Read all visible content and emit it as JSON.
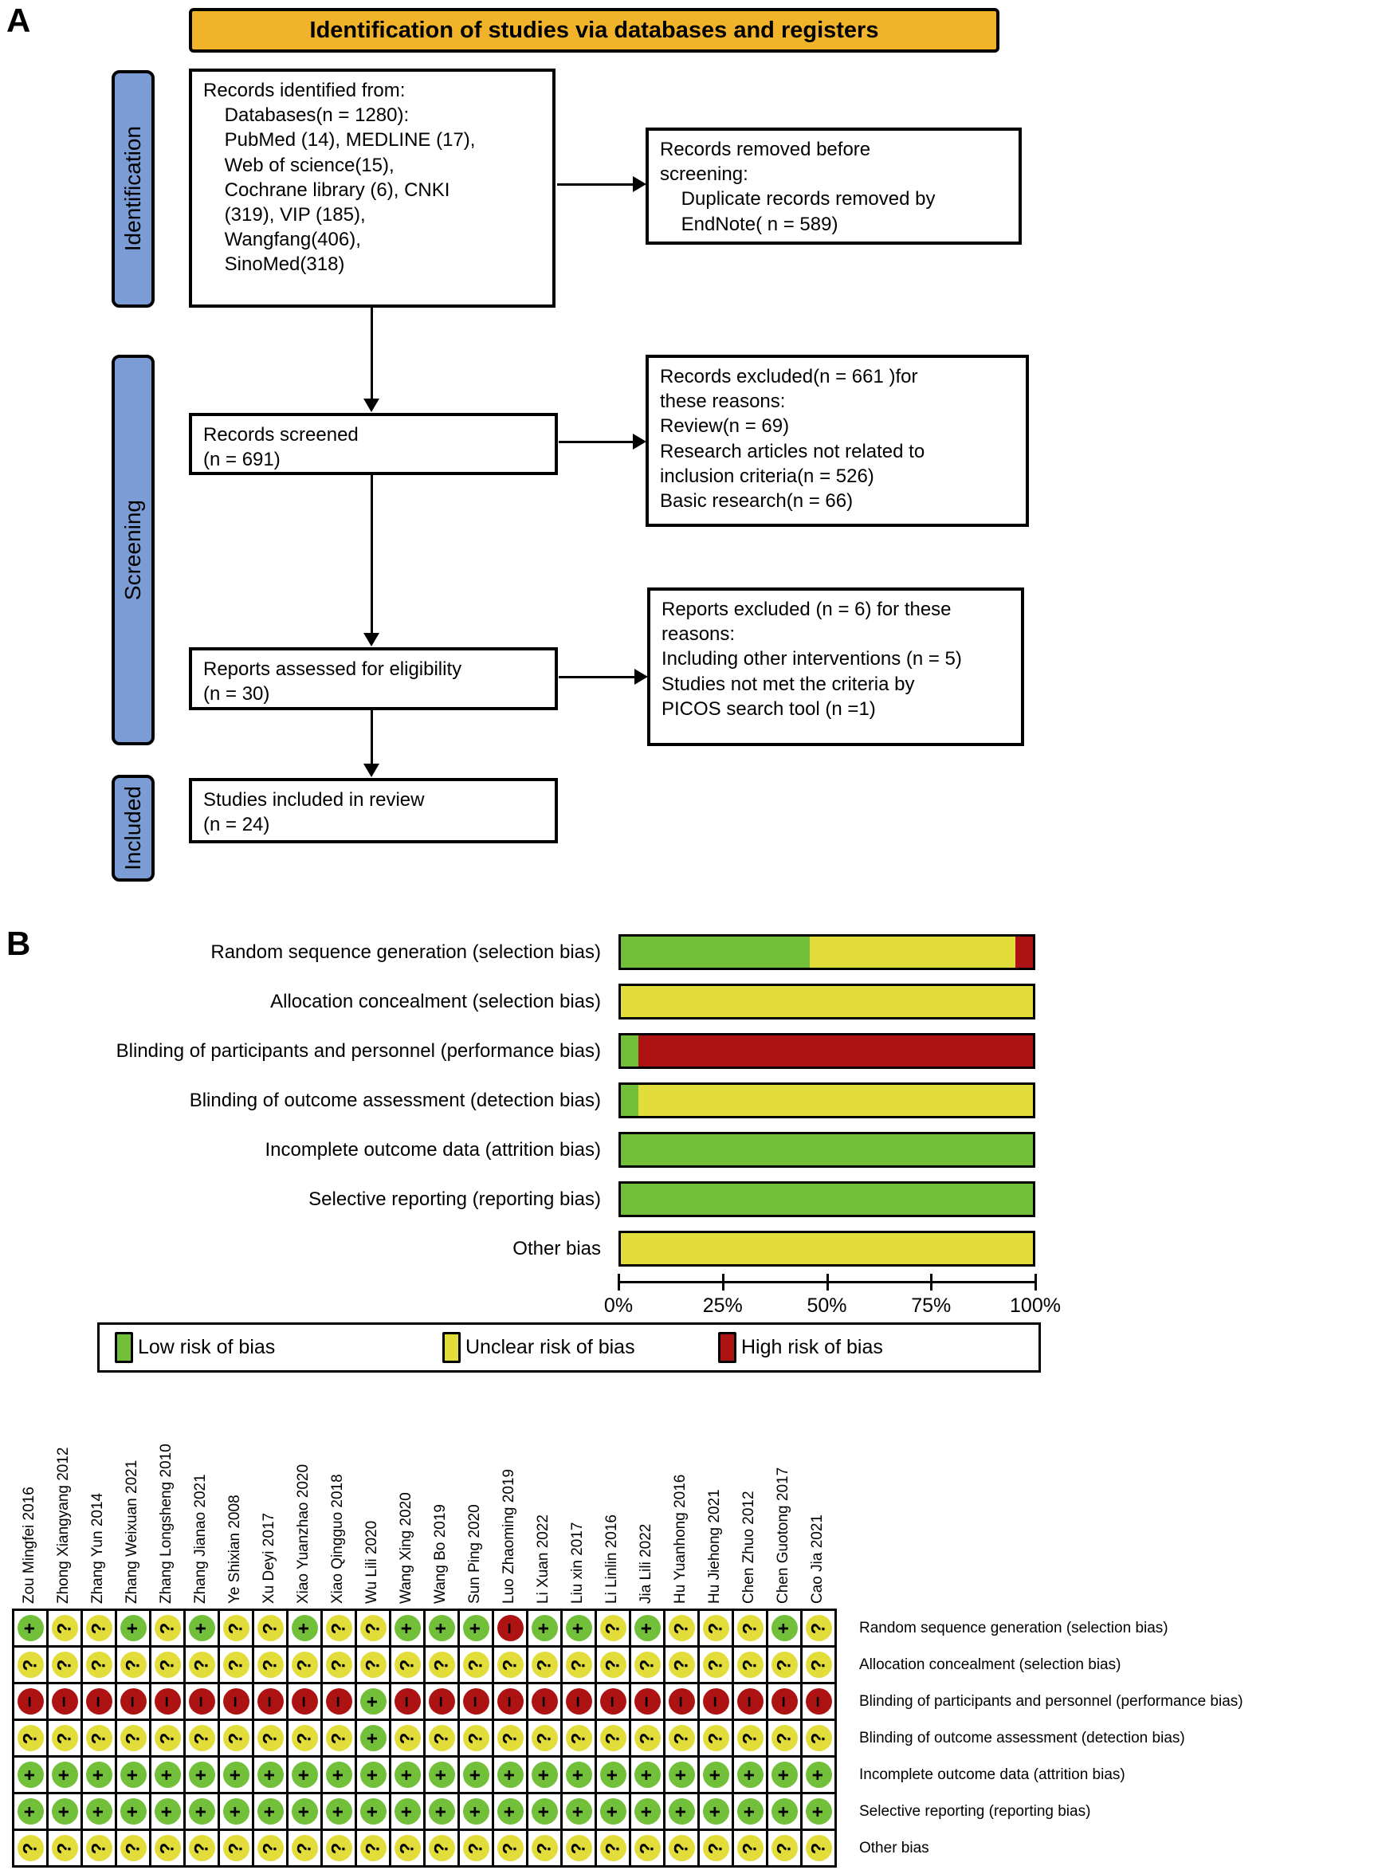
{
  "figure": {
    "panel_a": {
      "label": "A",
      "title": "Identification of studies via databases and registers",
      "sidebar": [
        {
          "label": "Identification"
        },
        {
          "label": "Screening"
        },
        {
          "label": "Included"
        }
      ],
      "boxes": {
        "identified": "Records identified from:\n    Databases(n = 1280):\n    PubMed (14), MEDLINE (17),\n    Web of science(15),\n    Cochrane library (6), CNKI\n    (319), VIP (185),\n    Wangfang(406),\n    SinoMed(318)",
        "removed": "Records removed before\nscreening:\n    Duplicate records removed by\n    EndNote( n = 589)",
        "screened": "Records screened\n(n = 691)",
        "records_excluded": "Records excluded(n = 661 )for\nthese reasons:\nReview(n = 69)\nResearch articles not related to\ninclusion criteria(n = 526)\nBasic research(n = 66)",
        "assessed": "Reports assessed for eligibility\n(n = 30)",
        "reports_excluded": "Reports excluded (n = 6) for these\nreasons:\nIncluding other interventions (n = 5)\nStudies not met the criteria by\nPICOS search tool (n =1)",
        "included": "Studies included in review\n(n = 24)"
      }
    },
    "panel_b": {
      "label": "B",
      "legend": [
        {
          "label": "Low risk of bias",
          "color": "#72bf3a"
        },
        {
          "label": "Unclear risk of bias",
          "color": "#e2dd3a"
        },
        {
          "label": "High risk of bias",
          "color": "#ae1313"
        }
      ]
    },
    "colors": {
      "title_fill": "#f0b32a",
      "sidebar_fill": "#7b9cd4",
      "low_risk": "#72bf3a",
      "unclear_risk": "#e2dd3a",
      "high_risk": "#ae1313"
    }
  },
  "chart_data": [
    {
      "type": "bar",
      "subtype": "horizontal-stacked",
      "categories": [
        "Random sequence generation (selection bias)",
        "Allocation concealment (selection bias)",
        "Blinding of participants and personnel (performance bias)",
        "Blinding of outcome assessment (detection bias)",
        "Incomplete outcome data (attrition bias)",
        "Selective reporting (reporting bias)",
        "Other bias"
      ],
      "series": [
        {
          "name": "Low risk of bias",
          "color": "#72bf3a",
          "values": [
            45.8,
            0,
            4.2,
            4.2,
            100,
            100,
            0
          ]
        },
        {
          "name": "Unclear risk of bias",
          "color": "#e2dd3a",
          "values": [
            50,
            100,
            0,
            95.8,
            0,
            0,
            100
          ]
        },
        {
          "name": "High risk of bias",
          "color": "#ae1313",
          "values": [
            4.2,
            0,
            95.8,
            0,
            0,
            0,
            0
          ]
        }
      ],
      "x_ticks": [
        "0%",
        "25%",
        "50%",
        "75%",
        "100%"
      ],
      "xlim": [
        0,
        100
      ],
      "legend_position": "bottom",
      "grid": false
    },
    {
      "type": "heatmap",
      "subtype": "risk-of-bias-traffic-light",
      "columns": [
        "Zou Mingfei 2016",
        "Zhong Xiangyang 2012",
        "Zhang Yun 2014",
        "Zhang Weixuan 2021",
        "Zhang Longsheng 2010",
        "Zhang Jianao 2021",
        "Ye Shixian 2008",
        "Xu Deyi 2017",
        "Xiao Yuanzhao 2020",
        "Xiao Qingguo 2018",
        "Wu Lili 2020",
        "Wang Xing 2020",
        "Wang Bo 2019",
        "Sun Ping 2020",
        "Luo Zhaoming 2019",
        "Li Xuan 2022",
        "Liu xin 2017",
        "Li Linlin 2016",
        "Jia Lili 2022",
        "Hu Yuanhong 2016",
        "Hu Jiehong 2021",
        "Chen Zhuo 2012",
        "Chen Guotong 2017",
        "Cao Jia 2021"
      ],
      "rows": [
        "Random sequence generation (selection bias)",
        "Allocation concealment (selection bias)",
        "Blinding of participants and personnel (performance bias)",
        "Blinding of outcome assessment (detection bias)",
        "Incomplete outcome data (attrition bias)",
        "Selective reporting (reporting bias)",
        "Other bias"
      ],
      "values": [
        [
          "+",
          "?",
          "?",
          "+",
          "?",
          "+",
          "?",
          "?",
          "+",
          "?",
          "?",
          "+",
          "+",
          "+",
          "-",
          "+",
          "+",
          "?",
          "+",
          "?",
          "?",
          "?",
          "+",
          "?"
        ],
        [
          "?",
          "?",
          "?",
          "?",
          "?",
          "?",
          "?",
          "?",
          "?",
          "?",
          "?",
          "?",
          "?",
          "?",
          "?",
          "?",
          "?",
          "?",
          "?",
          "?",
          "?",
          "?",
          "?",
          "?"
        ],
        [
          "-",
          "-",
          "-",
          "-",
          "-",
          "-",
          "-",
          "-",
          "-",
          "-",
          "+",
          "-",
          "-",
          "-",
          "-",
          "-",
          "-",
          "-",
          "-",
          "-",
          "-",
          "-",
          "-",
          "-"
        ],
        [
          "?",
          "?",
          "?",
          "?",
          "?",
          "?",
          "?",
          "?",
          "?",
          "?",
          "+",
          "?",
          "?",
          "?",
          "?",
          "?",
          "?",
          "?",
          "?",
          "?",
          "?",
          "?",
          "?",
          "?"
        ],
        [
          "+",
          "+",
          "+",
          "+",
          "+",
          "+",
          "+",
          "+",
          "+",
          "+",
          "+",
          "+",
          "+",
          "+",
          "+",
          "+",
          "+",
          "+",
          "+",
          "+",
          "+",
          "+",
          "+",
          "+"
        ],
        [
          "+",
          "+",
          "+",
          "+",
          "+",
          "+",
          "+",
          "+",
          "+",
          "+",
          "+",
          "+",
          "+",
          "+",
          "+",
          "+",
          "+",
          "+",
          "+",
          "+",
          "+",
          "+",
          "+",
          "+"
        ],
        [
          "?",
          "?",
          "?",
          "?",
          "?",
          "?",
          "?",
          "?",
          "?",
          "?",
          "?",
          "?",
          "?",
          "?",
          "?",
          "?",
          "?",
          "?",
          "?",
          "?",
          "?",
          "?",
          "?",
          "?"
        ]
      ],
      "symbol_colors": {
        "+": "#72bf3a",
        "?": "#e2dd3a",
        "-": "#ae1313"
      },
      "symbol_meaning": {
        "+": "Low risk of bias",
        "?": "Unclear risk of bias",
        "-": "High risk of bias"
      }
    }
  ]
}
